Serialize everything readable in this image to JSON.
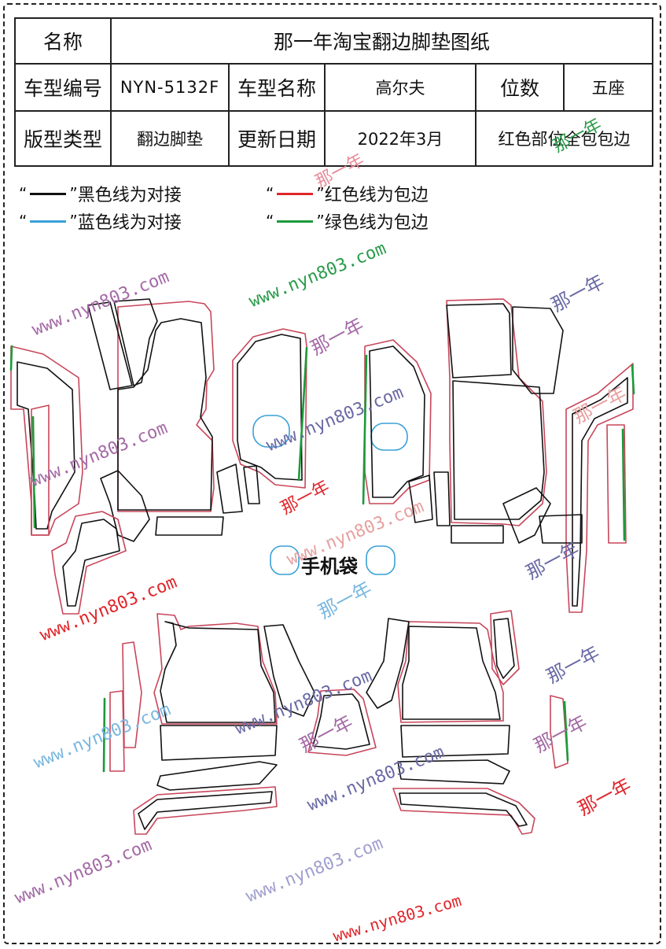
{
  "table": {
    "name_label": "名称",
    "name_value": "那一年淘宝翻边脚垫图纸",
    "model_code_label": "车型编号",
    "model_code_value": "NYN-5132F",
    "model_name_label": "车型名称",
    "model_name_value": "高尔夫",
    "seats_label": "位数",
    "seats_value": "五座",
    "pattern_type_label": "版型类型",
    "pattern_type_value": "翻边脚垫",
    "update_date_label": "更新日期",
    "update_date_value": "2022年3月",
    "note_value": "红色部位全包包边"
  },
  "legend": {
    "quote_open": "“",
    "quote_close": "”",
    "black": {
      "text": "黑色线为对接",
      "color": "#111111"
    },
    "red": {
      "text": "红色线为包边",
      "color": "#e0262b"
    },
    "blue": {
      "text": "蓝色线为对接",
      "color": "#3aa0d8"
    },
    "green": {
      "text": "绿色线为包边",
      "color": "#1c9a3a"
    }
  },
  "pocket_label": "手机袋",
  "watermarks": {
    "url": "www.nyn803.com",
    "brand": "那一年"
  }
}
